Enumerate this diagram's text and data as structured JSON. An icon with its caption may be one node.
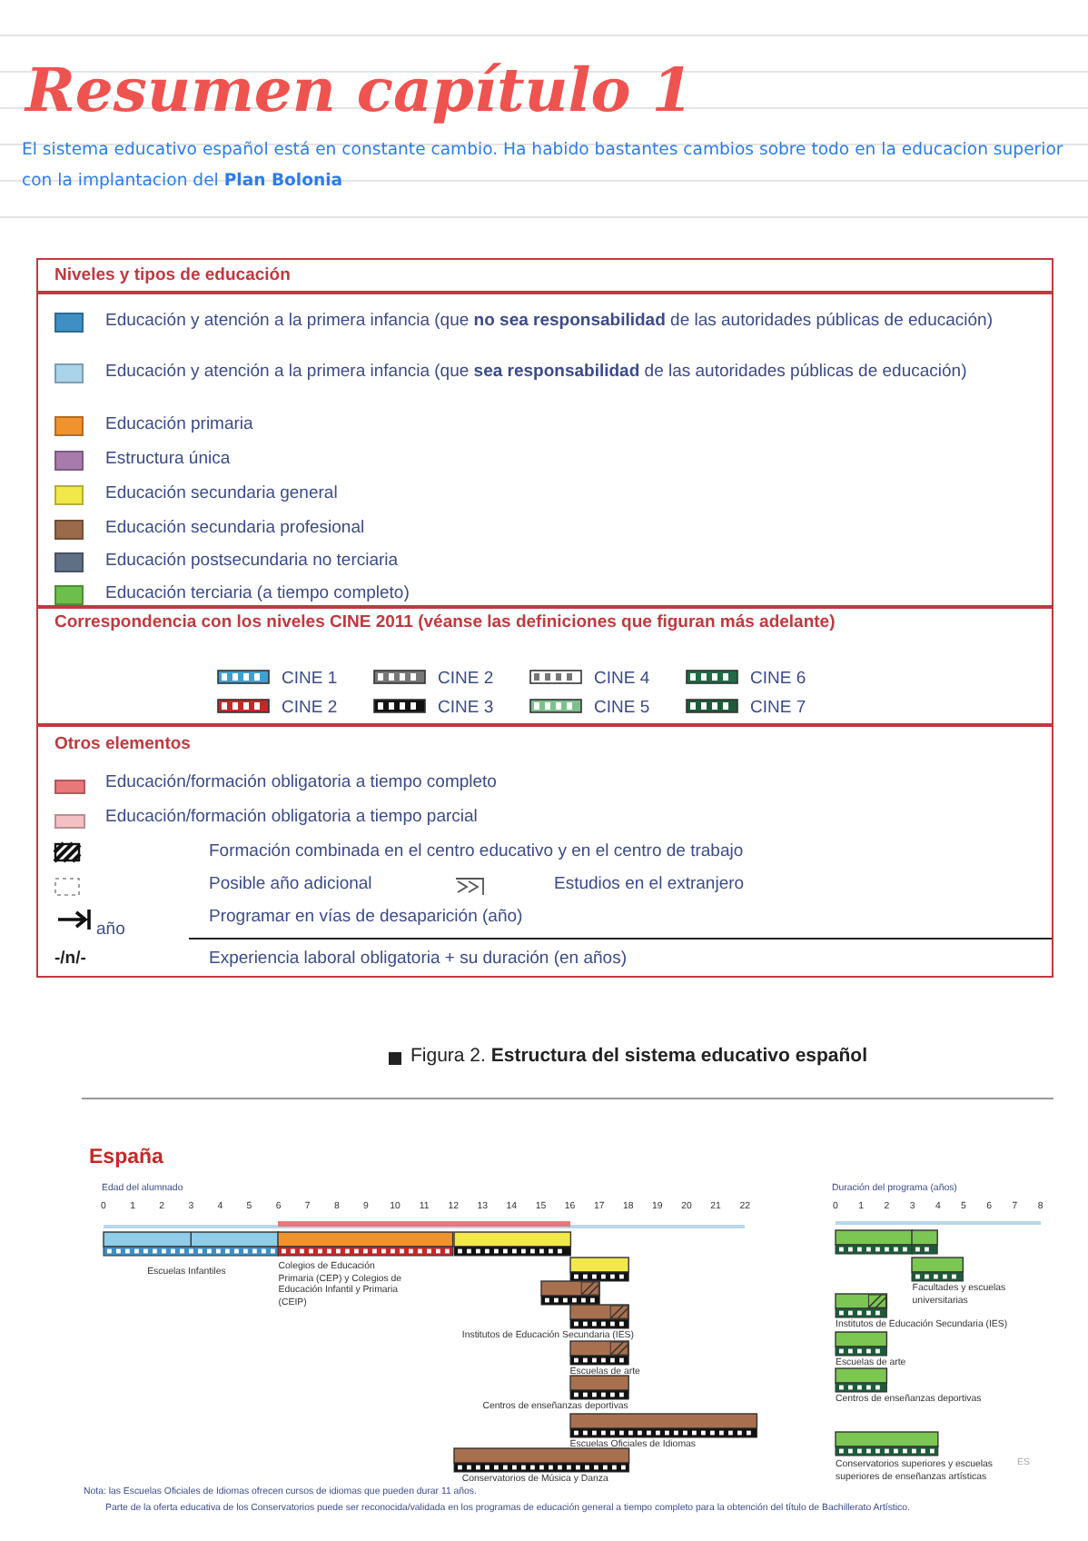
{
  "diagram": {
    "title": "Resumen capítulo 1",
    "labels": [
      "El sistema educativo español está en constante cambio. Ha habido bastantes cambios sobre todo en la educacion superior con la implantacion del **Plan Bolonia**",
      "Niveles y tipos de educación",
      "Correspondencia con los niveles CINE 2011 (véanse las definiciones que figuran más adelante)",
      "Otros elementos",
      "año",
      "-/n/-",
      "Figura 2. **Estructura del sistema educativo español**",
      "España",
      "Edad del alumnado",
      "0",
      "1",
      "2",
      "3",
      "4",
      "5",
      "6",
      "7",
      "8",
      "9",
      "10",
      "11",
      "12",
      "13",
      "14",
      "15",
      "16",
      "17",
      "18",
      "19",
      "20",
      "21",
      "22",
      "Duración del programa (años)",
      "0",
      "1",
      "2",
      "3",
      "4",
      "5",
      "6",
      "7",
      "8",
      "Escuelas Infantiles",
      "Colegios de Educación Primaria (CEP) y Colegios de Educación Infantil y Primaria (CEIP)",
      "Institutos de Educación Secundaria (IES)",
      "Escuelas de arte",
      "Centros de enseñanzas deportivas",
      "Escuelas Oficiales de Idiomas",
      "Conservatorios de Música y Danza",
      "Facultades y escuelas universitarias",
      "Institutos de Educación Secundaria (IES)",
      "Escuelas de arte",
      "Centros de enseñanzas deportivas",
      "Conservatorios superiores y escuelas superiores de enseñanzas artísticas",
      "ES",
      "Nota: las Escuelas Oficiales de Idiomas ofrecen cursos de idiomas que pueden durar 11 años.",
      "Parte de la oferta educativa de los Conservatorios puede ser reconocida/validada en los programas de educación general a tiempo completo para la obtención del título de Bachillerato Artístico."
    ],
    "legend": [
      {
        "text": "Educación y atención a la primera infancia (que **no sea responsabilidad** de las autoridades públicas de educación)",
        "color": "#3f8fc4"
      },
      {
        "text": "Educación y atención a la primera infancia (que **sea responsabilidad** de las autoridades públicas de educación)",
        "color": "#a9d4ea"
      },
      {
        "text": "Educación primaria",
        "color": "#f0922e"
      },
      {
        "text": "Estructura única",
        "color": "#a77bab"
      },
      {
        "text": "Educación secundaria general",
        "color": "#f1e84a"
      },
      {
        "text": "Educación secundaria profesional",
        "color": "#9a6a4a"
      },
      {
        "text": "Educación postsecundaria no terciaria",
        "color": "#5f6f84"
      },
      {
        "text": "Educación terciaria (a tiempo completo)",
        "color": "#6cbf4a"
      },
      {
        "text": "CINE 1"
      },
      {
        "text": "CINE 2"
      },
      {
        "text": "CINE 4"
      },
      {
        "text": "CINE 6"
      },
      {
        "text": "CINE 2"
      },
      {
        "text": "CINE 3"
      },
      {
        "text": "CINE 5"
      },
      {
        "text": "CINE 7"
      },
      {
        "text": "Educación/formación obligatoria a tiempo completo",
        "color": "#e8787a"
      },
      {
        "text": "Educación/formación obligatoria a tiempo parcial",
        "color": "#f4c0c4"
      },
      {
        "text": "Formación combinada en el centro educativo y en el centro de trabajo"
      },
      {
        "text": "Posible año adicional"
      },
      {
        "text": "Estudios en el extranjero"
      },
      {
        "text": "Programar en vías de desaparición (año)"
      },
      {
        "text": "Experiencia laboral obligatoria + su duración (en años)"
      }
    ]
  }
}
